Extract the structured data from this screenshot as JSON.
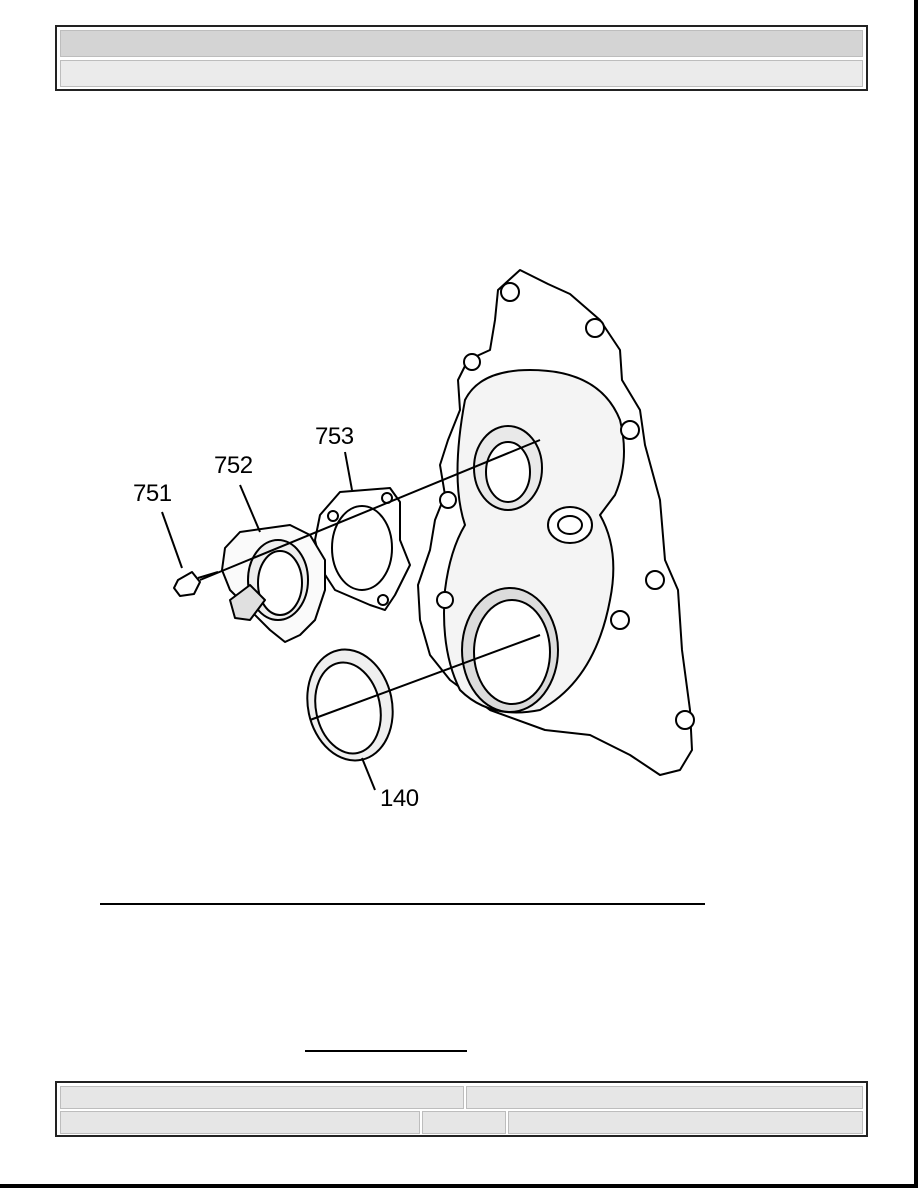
{
  "header": {
    "title": "",
    "subtitle": ""
  },
  "figure": {
    "callouts": [
      {
        "id": "c751",
        "label": "751"
      },
      {
        "id": "c752",
        "label": "752"
      },
      {
        "id": "c753",
        "label": "753"
      },
      {
        "id": "c140",
        "label": "140"
      }
    ]
  },
  "footer": {
    "top_left": "",
    "top_right": "",
    "bottom_left": "",
    "bottom_mid": "",
    "bottom_right": ""
  }
}
